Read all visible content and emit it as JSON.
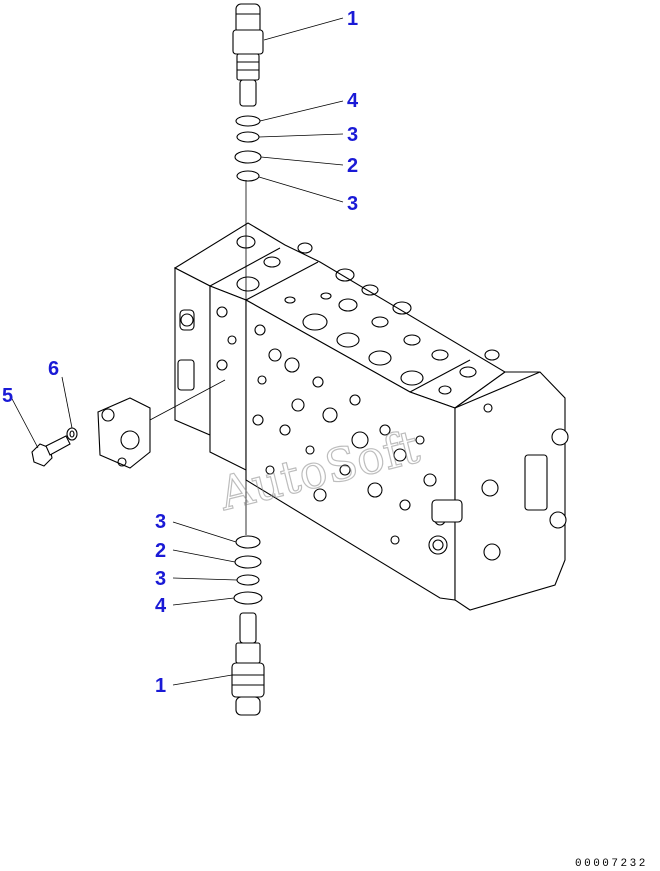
{
  "callouts": [
    {
      "id": "c1",
      "label": "1"
    },
    {
      "id": "c2",
      "label": "4"
    },
    {
      "id": "c3",
      "label": "3"
    },
    {
      "id": "c4",
      "label": "2"
    },
    {
      "id": "c5",
      "label": "3"
    },
    {
      "id": "c6",
      "label": "6"
    },
    {
      "id": "c7",
      "label": "5"
    },
    {
      "id": "c8",
      "label": "3"
    },
    {
      "id": "c9",
      "label": "2"
    },
    {
      "id": "c10",
      "label": "3"
    },
    {
      "id": "c11",
      "label": "4"
    },
    {
      "id": "c12",
      "label": "1"
    }
  ],
  "watermark": "AutoSoft",
  "drawing_id": "00007232",
  "colors": {
    "callout": "#1a1ad6",
    "line": "#000000",
    "background": "#ffffff"
  }
}
